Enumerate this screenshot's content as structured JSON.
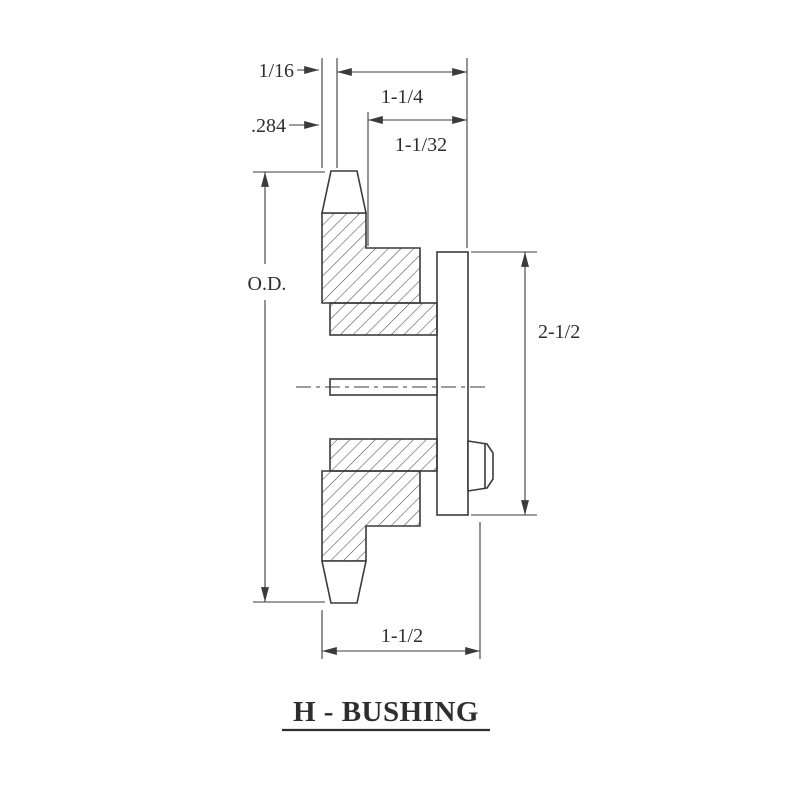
{
  "title": "H - BUSHING",
  "drawing": {
    "type": "technical-section",
    "subject": "sprocket with H-style bushing, side cross-section view"
  },
  "labels": {
    "plate_thickness": "1/16",
    "offset": ".284",
    "hub_length": "1-1/4",
    "bushing_length": "1-1/32",
    "outer_diameter": "O.D.",
    "flange_diameter": "2-1/2",
    "overall_length": "1-1/2"
  },
  "colors": {
    "line": "#3b3b3b",
    "text": "#2e2e2e",
    "background": "#ffffff"
  }
}
